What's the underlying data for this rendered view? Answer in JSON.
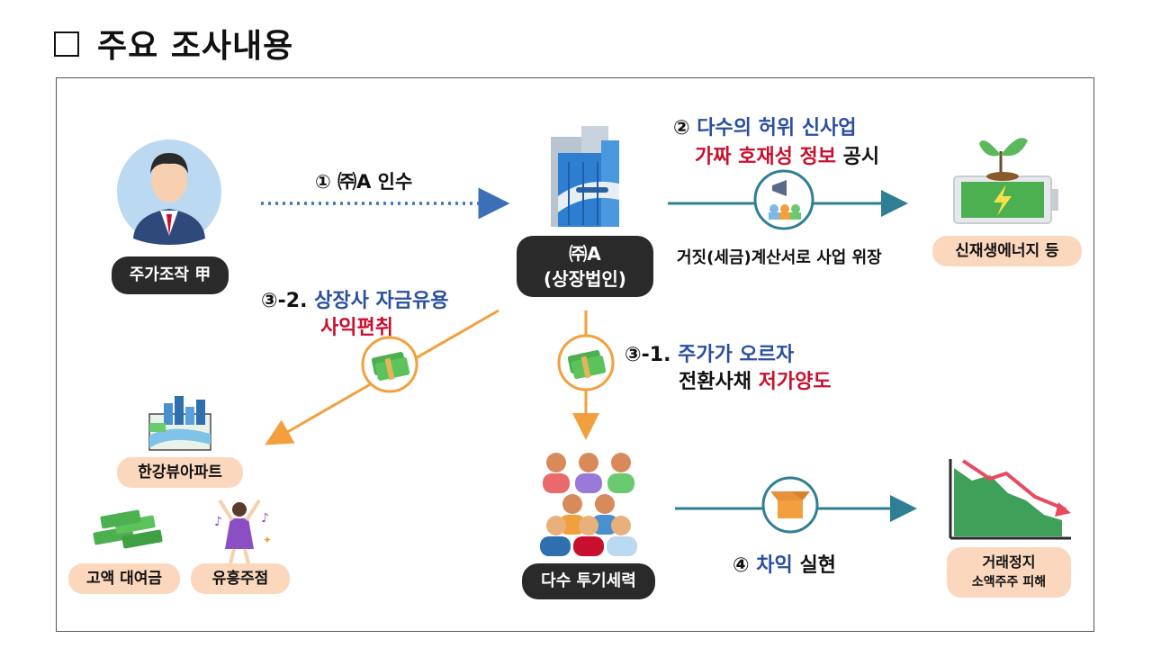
{
  "title": "주요 조사내용",
  "actors": {
    "manipulator": "주가조작 甲",
    "company_line1": "㈜A",
    "company_line2": "(상장법인)",
    "speculators": "다수 투기세력"
  },
  "steps": {
    "step1": "① ㈜A 인수",
    "step2_prefix": "② ",
    "step2_blue": "다수의 허위 신사업",
    "step2_red": "가짜 호재성 정보",
    "step2_suffix": " 공시",
    "step2_sub": "거짓(세금)계산서로 사업 위장",
    "step3_2_prefix": "③-2. ",
    "step3_2_blue": "상장사 자금유용",
    "step3_2_red": "사익편취",
    "step3_1_prefix": "③-1. ",
    "step3_1_blue": "주가가 오르자",
    "step3_1_black": "전환사채 ",
    "step3_1_red": "저가양도",
    "step4_prefix": "④ ",
    "step4_blue": "차익",
    "step4_suffix": " 실현"
  },
  "outcomes": {
    "energy": "신재생에너지 등",
    "apartment": "한강뷰아파트",
    "loan": "고액 대여금",
    "bar": "유흥주점",
    "halt_line1": "거래정지",
    "halt_line2": "소액주주 피해"
  },
  "colors": {
    "blue_text": "#2b4f9e",
    "red_text": "#c8102e",
    "teal_arrow": "#2f7f94",
    "orange_arrow": "#f2a03d",
    "dotted_arrow": "#3d6fb8",
    "dark_pill": "#2a2a2a",
    "peach_pill": "#fbd7bd"
  }
}
